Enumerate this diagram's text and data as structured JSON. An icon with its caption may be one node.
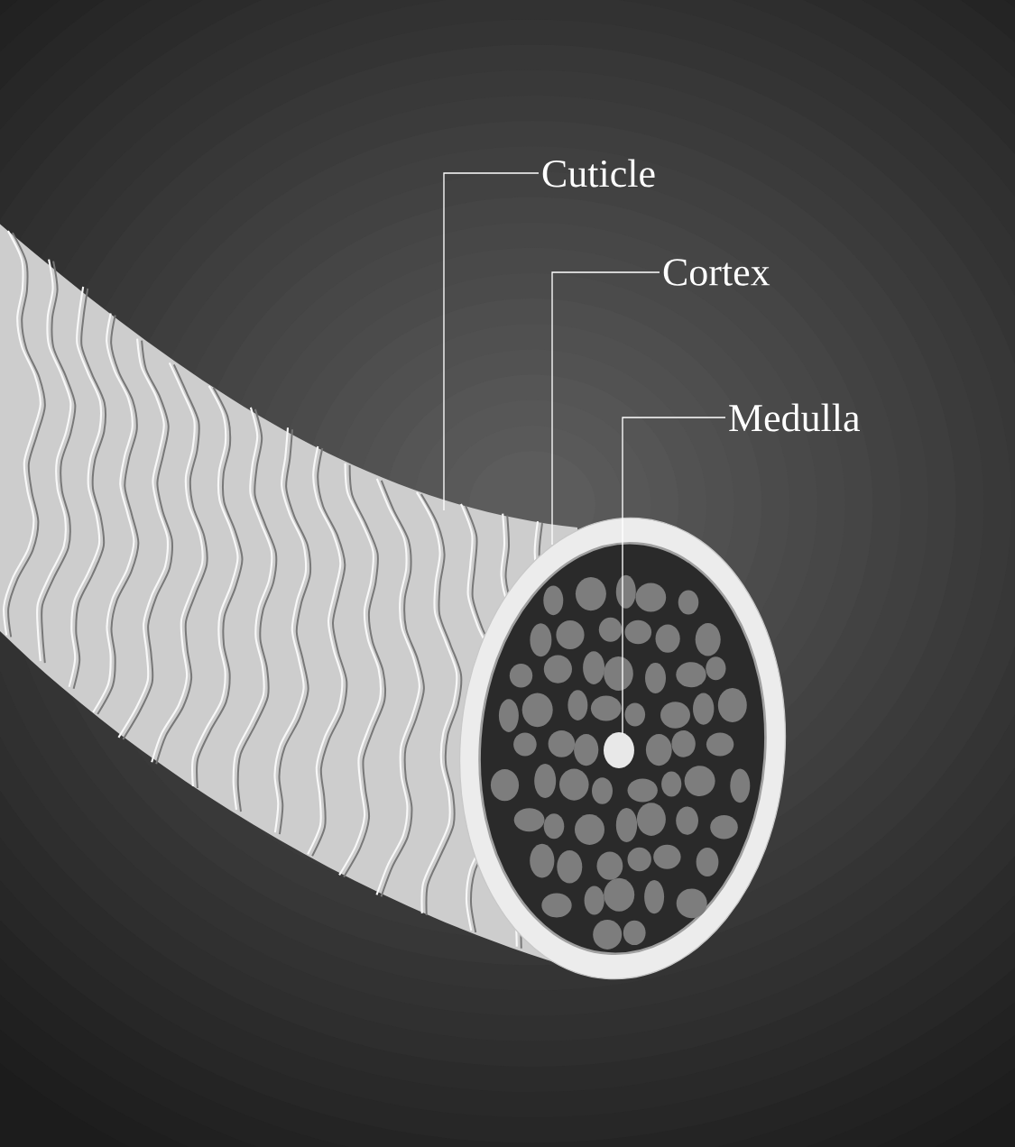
{
  "diagram": {
    "nodes": [
      {
        "text": [
          "Cuticle"
        ]
      },
      {
        "text": [
          "Cortex"
        ]
      },
      {
        "text": [
          "Medulla"
        ]
      }
    ],
    "edges": [
      {
        "from": 0,
        "to": null,
        "arrow": "none"
      },
      {
        "from": 1,
        "to": null,
        "arrow": "none"
      },
      {
        "from": 2,
        "to": null,
        "arrow": "none"
      }
    ]
  }
}
